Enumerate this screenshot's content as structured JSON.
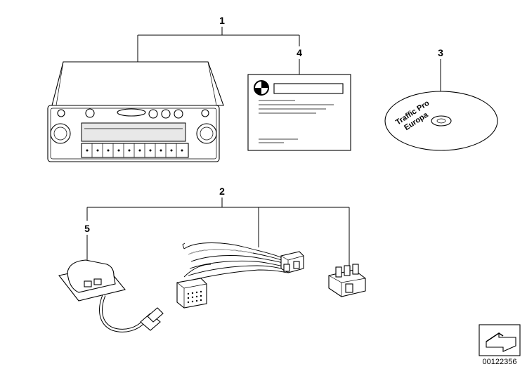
{
  "callouts": {
    "c1": "1",
    "c2": "2",
    "c3": "3",
    "c4": "4",
    "c5": "5"
  },
  "cd_label": {
    "line1": "Traffic Pro",
    "line2": "Europa"
  },
  "diagram_ref": "00122356",
  "parts": [
    {
      "callout": "1",
      "icon": "radio-unit-icon"
    },
    {
      "callout": "4",
      "icon": "manual-booklet-icon"
    },
    {
      "callout": "3",
      "icon": "cd-disc-icon"
    },
    {
      "callout": "5",
      "icon": "antenna-module-icon"
    },
    {
      "callout": "2",
      "icon": "wiring-harness-icon"
    },
    {
      "callout": "2",
      "icon": "connector-plug-icon"
    }
  ]
}
